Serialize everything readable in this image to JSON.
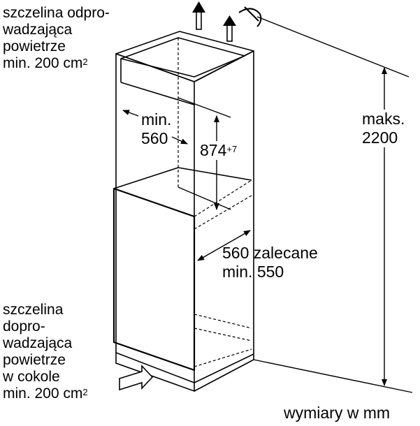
{
  "labels": {
    "exhaust_vent": {
      "line1": "szczelina odpro-",
      "line2": "wadzająca",
      "line3": "powietrze",
      "line4": "min. 200 cm",
      "sup": "2"
    },
    "intake_vent": {
      "line1": "szczelina",
      "line2": "dopro-",
      "line3": "wadzająca",
      "line4": "powietrze",
      "line5": "w cokole",
      "line6": "min. 200 cm",
      "sup": "2"
    },
    "inner_width": {
      "line1": "min.",
      "line2": "560"
    },
    "niche_height": {
      "value": "874",
      "tolerance": "+7"
    },
    "max_height": {
      "line1": "maks.",
      "line2": "2200"
    },
    "depth": {
      "line1": "560 zalecane",
      "line2": "min. 550"
    },
    "units": "wymiary w mm"
  },
  "colors": {
    "line": "#000000",
    "background": "#ffffff"
  }
}
